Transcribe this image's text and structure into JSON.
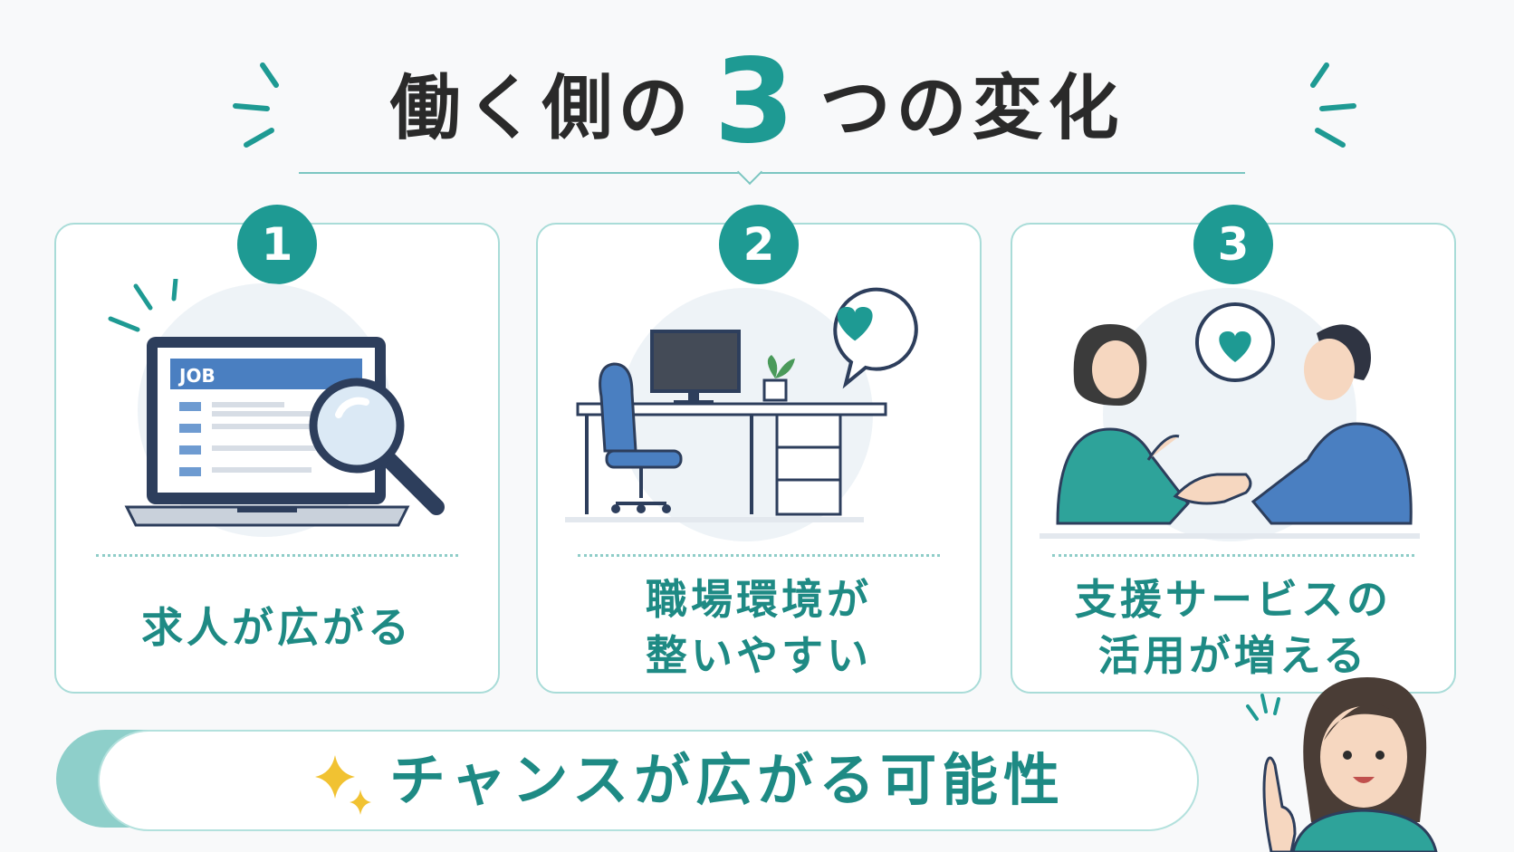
{
  "title": {
    "part1": "働く側の",
    "number": "3",
    "part2": "つの変化"
  },
  "cards": [
    {
      "badge": "1",
      "lines": [
        "求人が広がる"
      ],
      "screen_label": "JOB"
    },
    {
      "badge": "2",
      "lines": [
        "職場環境が",
        "整いやすい"
      ]
    },
    {
      "badge": "3",
      "lines": [
        "支援サービスの",
        "活用が増える"
      ]
    }
  ],
  "banner": {
    "text": "チャンスが広がる可能性"
  },
  "colors": {
    "accent": "#1e9a93",
    "accent_light": "#a9dcd8",
    "blue": "#4a7fc1",
    "text_dark": "#2a2a2a"
  },
  "icons": [
    "laptop-job-search-icon",
    "desk-workspace-icon",
    "handshake-support-icon",
    "heart-bubble-icon",
    "sparkle-icon",
    "pointing-woman-icon"
  ]
}
